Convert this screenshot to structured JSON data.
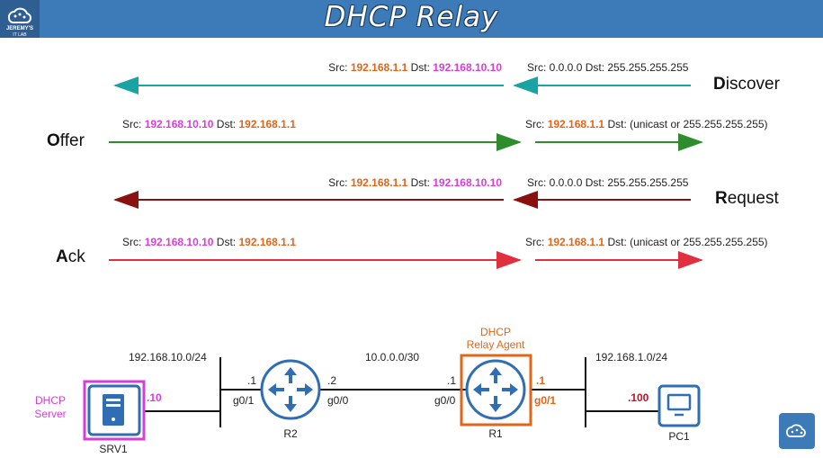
{
  "title": "DHCP Relay",
  "logo": {
    "text_line1": "JEREMY'S",
    "text_line2": "IT LAB"
  },
  "messages": {
    "discover": {
      "initial": "D",
      "rest": "iscover",
      "left": {
        "src_label": "Src:",
        "src": "192.168.1.1",
        "dst_label": "Dst:",
        "dst": "192.168.10.10"
      },
      "right": {
        "text": "Src: 0.0.0.0 Dst: 255.255.255.255"
      },
      "color": "#1aa3a3"
    },
    "offer": {
      "initial": "O",
      "rest": "ffer",
      "left": {
        "src_label": "Src:",
        "src": "192.168.10.10",
        "dst_label": "Dst:",
        "dst": "192.168.1.1"
      },
      "right": {
        "src_label": "Src:",
        "src": "192.168.1.1",
        "dst_rest": "Dst: (unicast or 255.255.255.255)"
      },
      "color": "#2e8b2e"
    },
    "request": {
      "initial": "R",
      "rest": "equest",
      "left": {
        "src_label": "Src:",
        "src": "192.168.1.1",
        "dst_label": "Dst:",
        "dst": "192.168.10.10"
      },
      "right": {
        "text": "Src: 0.0.0.0 Dst: 255.255.255.255"
      },
      "color": "#8b1010"
    },
    "ack": {
      "initial": "A",
      "rest": "ck",
      "left": {
        "src_label": "Src:",
        "src": "192.168.10.10",
        "dst_label": "Dst:",
        "dst": "192.168.1.1"
      },
      "right": {
        "src_label": "Src:",
        "src": "192.168.1.1",
        "dst_rest": "Dst: (unicast or 255.255.255.255)"
      },
      "color": "#e03040"
    }
  },
  "topology": {
    "server_role_line1": "DHCP",
    "server_role_line2": "Server",
    "srv1_name": "SRV1",
    "srv1_ip": ".10",
    "net_left": "192.168.10.0/24",
    "net_mid": "10.0.0.0/30",
    "net_right": "192.168.1.0/24",
    "r2_name": "R2",
    "r2_left_ip": ".1",
    "r2_left_if": "g0/1",
    "r2_right_ip": ".2",
    "r2_right_if": "g0/0",
    "r1_name": "R1",
    "r1_role_line1": "DHCP",
    "r1_role_line2": "Relay Agent",
    "r1_left_ip": ".1",
    "r1_left_if": "g0/0",
    "r1_right_ip": ".1",
    "r1_right_if": "g0/1",
    "pc1_name": "PC1",
    "pc1_ip": ".100"
  },
  "colors": {
    "title_bg": "#3d7ab8",
    "magenta": "#d63fd6",
    "orange": "#e0661a",
    "router_blue": "#2f6db5",
    "relay_box": "#e0661a"
  }
}
